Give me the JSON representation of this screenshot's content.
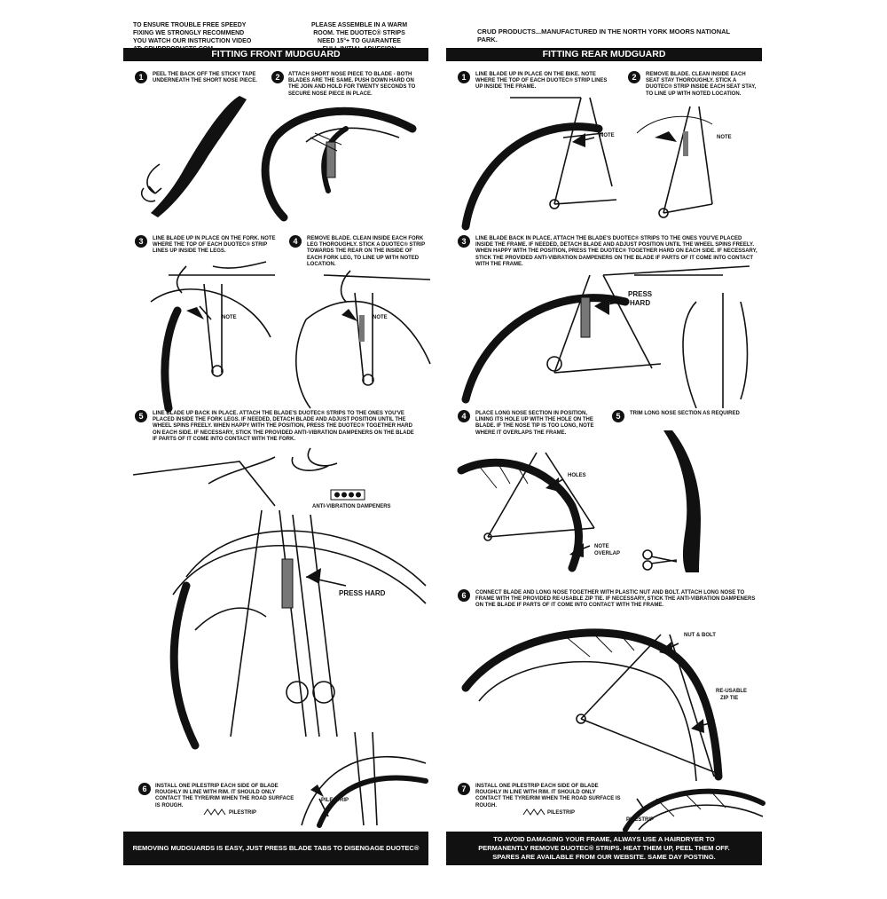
{
  "header": {
    "note_video": "TO ENSURE TROUBLE FREE SPEEDY FIXING WE STRONGLY RECOMMEND YOU WATCH OUR INSTRUCTION VIDEO AT: CRUDPRODUCTS.COM",
    "note_warm": "PLEASE ASSEMBLE IN A WARM ROOM. THE DUOTEC® STRIPS NEED 15°+ TO GUARANTEE FULL INITIAL ADHESION",
    "brand": "CRUD PRODUCTS...MANUFACTURED IN THE NORTH YORK MOORS NATIONAL PARK."
  },
  "front": {
    "title": "FITTING FRONT MUDGUARD",
    "steps": [
      {
        "n": "1",
        "text": "PEEL THE BACK OFF THE STICKY TAPE UNDERNEATH THE SHORT NOSE PIECE."
      },
      {
        "n": "2",
        "text": "ATTACH SHORT NOSE PIECE TO BLADE - BOTH BLADES ARE THE SAME. PUSH DOWN HARD ON THE JOIN AND HOLD FOR TWENTY SECONDS TO SECURE NOSE PIECE IN PLACE."
      },
      {
        "n": "3",
        "text": "LINE BLADE UP IN PLACE ON THE FORK. NOTE WHERE THE TOP OF EACH DUOTEC® STRIP LINES UP INSIDE THE LEGS."
      },
      {
        "n": "4",
        "text": "REMOVE BLADE. CLEAN INSIDE EACH FORK LEG THOROUGHLY. STICK A DUOTEC® STRIP TOWARDS THE REAR ON THE INSIDE OF EACH FORK LEG, TO LINE UP WITH NOTED LOCATION."
      },
      {
        "n": "5",
        "text": "LINE BLADE UP BACK IN PLACE. ATTACH THE BLADE'S DUOTEC® STRIPS TO THE ONES YOU'VE PLACED INSIDE THE FORK LEGS. IF NEEDED, DETACH BLADE AND ADJUST POSITION UNTIL THE WHEEL SPINS FREELY. WHEN HAPPY WITH THE POSITION, PRESS THE DUOTEC® TOGETHER HARD ON EACH SIDE. IF NECESSARY, STICK THE PROVIDED ANTI-VIBRATION DAMPENERS ON THE BLADE IF PARTS OF IT COME INTO CONTACT WITH THE FORK."
      },
      {
        "n": "6",
        "text": "INSTALL ONE PILESTRIP EACH SIDE OF BLADE ROUGHLY IN LINE WITH RIM. IT SHOULD ONLY CONTACT THE TYRE/RIM WHEN THE ROAD SURFACE IS ROUGH."
      }
    ],
    "labels": {
      "note": "NOTE",
      "press_hard": "PRESS HARD",
      "dampeners": "ANTI-VIBRATION DAMPENERS",
      "pilestrip": "PILESTRIP"
    },
    "footer": "REMOVING MUDGUARDS IS EASY, JUST PRESS BLADE TABS TO DISENGAGE DUOTEC® STRIPS."
  },
  "rear": {
    "title": "FITTING REAR MUDGUARD",
    "steps": [
      {
        "n": "1",
        "text": "LINE BLADE UP IN PLACE ON THE BIKE. NOTE WHERE THE TOP OF EACH DUOTEC® STRIP LINES UP INSIDE THE FRAME."
      },
      {
        "n": "2",
        "text": "REMOVE BLADE. CLEAN INSIDE EACH SEAT STAY THOROUGHLY. STICK A DUOTEC® STRIP INSIDE EACH SEAT STAY, TO LINE UP WITH NOTED LOCATION."
      },
      {
        "n": "3",
        "text": "LINE BLADE BACK IN PLACE. ATTACH THE BLADE'S DUOTEC® STRIPS TO THE ONES YOU'VE PLACED INSIDE THE FRAME. IF NEEDED, DETACH BLADE AND ADJUST POSITION UNTIL THE WHEEL SPINS FREELY. WHEN HAPPY WITH THE POSITION, PRESS THE DUOTEC® TOGETHER HARD ON EACH SIDE. IF NECESSARY, STICK THE PROVIDED ANTI-VIBRATION DAMPENERS ON THE BLADE IF PARTS OF IT COME INTO CONTACT WITH THE FRAME."
      },
      {
        "n": "4",
        "text": "PLACE LONG NOSE SECTION IN POSITION, LINING ITS HOLE UP WITH THE HOLE ON THE BLADE. IF THE NOSE TIP IS TOO LONG, NOTE WHERE IT OVERLAPS THE FRAME."
      },
      {
        "n": "5",
        "text": "TRIM LONG NOSE SECTION AS REQUIRED"
      },
      {
        "n": "6",
        "text": "CONNECT BLADE AND LONG NOSE TOGETHER WITH PLASTIC NUT AND BOLT. ATTACH LONG NOSE TO FRAME WITH THE PROVIDED RE-USABLE ZIP TIE. IF NECESSARY, STICK THE ANTI-VIBRATION DAMPENERS ON THE BLADE IF PARTS OF IT COME INTO CONTACT WITH THE FRAME."
      },
      {
        "n": "7",
        "text": "INSTALL ONE PILESTRIP EACH SIDE OF BLADE ROUGHLY IN LINE WITH RIM. IT SHOULD ONLY CONTACT THE TYRE/RIM WHEN THE ROAD SURFACE IS ROUGH."
      }
    ],
    "labels": {
      "note": "NOTE",
      "press": "PRESS",
      "hard": "HARD",
      "holes": "HOLES",
      "note_overlap_1": "NOTE",
      "note_overlap_2": "OVERLAP",
      "nut_bolt": "NUT & BOLT",
      "zip_1": "RE-USABLE",
      "zip_2": "ZIP TIE",
      "pilestrip": "PILESTRIP"
    },
    "footer": {
      "line1": "TO AVOID DAMAGING YOUR FRAME, ALWAYS USE A HAIRDRYER TO",
      "line2": "PERMANENTLY REMOVE DUOTEC® STRIPS. HEAT THEM UP, PEEL THEM OFF.",
      "line3": "SPARES ARE AVAILABLE FROM OUR WEBSITE. SAME DAY POSTING."
    }
  }
}
